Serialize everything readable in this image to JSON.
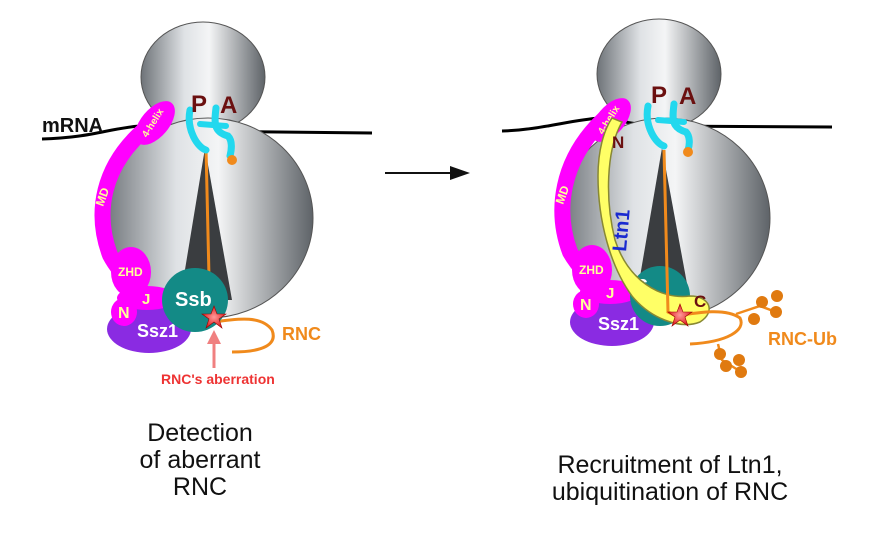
{
  "colors": {
    "helix": "#ff00ff",
    "ssz1": "#8a2be2",
    "ssb": "#138a86",
    "nascent": "#f08a1c",
    "trna": "#22d8ee",
    "ltn1": "#ffff66",
    "aberration": "#ee3333",
    "ub": "#e07a10"
  },
  "left": {
    "mrna_label": "mRNA",
    "site_p": "P",
    "site_a": "A",
    "helix_label": "4-helix",
    "md_label": "MD",
    "zhd_label": "ZHD",
    "j_label": "J",
    "n_label": "N",
    "ssz1_label": "Ssz1",
    "ssb_label": "Ssb",
    "rnc_label": "RNC",
    "aberration_label": "RNC's aberration",
    "caption": [
      "Detection",
      "of aberrant",
      "RNC"
    ]
  },
  "right": {
    "site_p": "P",
    "site_a": "A",
    "helix_label": "4-helix",
    "md_label": "MD",
    "zhd_label": "ZHD",
    "j_label": "J",
    "n_label": "N",
    "ssz1_label": "Ssz1",
    "ssb_label": "S",
    "ltn1_label": "Ltn1",
    "ltn1_n": "N",
    "ltn1_c": "C",
    "rnc_label": "RNC-Ub",
    "caption": [
      "Recruitment of Ltn1,",
      "ubiquitination of RNC"
    ]
  }
}
